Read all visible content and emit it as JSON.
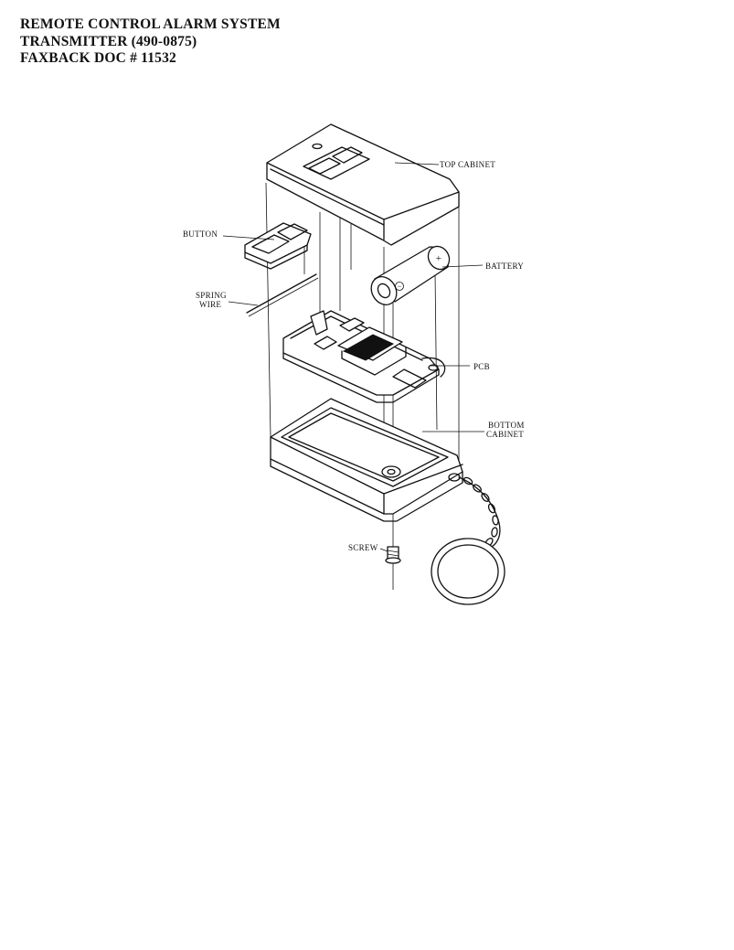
{
  "header": {
    "line1": "REMOTE CONTROL ALARM SYSTEM",
    "line2": "TRANSMITTER  (490-0875)",
    "line3": "FAXBACK DOC # 11532"
  },
  "labels": {
    "top_cabinet": "TOP CABINET",
    "button": "BUTTON",
    "battery": "BATTERY",
    "spring_wire_1": "SPRING",
    "spring_wire_2": "WIRE",
    "pcb": "PCB",
    "bottom_cabinet_1": "BOTTOM",
    "bottom_cabinet_2": "CABINET",
    "screw": "SCREW"
  },
  "battery_polarity": {
    "positive": "+",
    "negative": "−"
  }
}
